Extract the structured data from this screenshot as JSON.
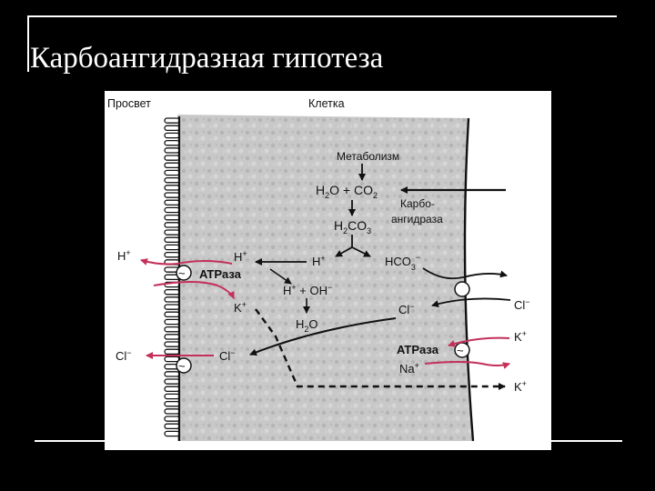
{
  "slide": {
    "title": "Карбоангидразная гипотеза"
  },
  "diagram": {
    "region_lumen": "Просвет",
    "region_cell": "Клетка",
    "metabolism": "Метаболизм",
    "h2o_co2": [
      "H",
      "2",
      "O + CO",
      "2"
    ],
    "enzyme_line1": "Карбо-",
    "enzyme_line2": "ангидраза",
    "h2co3": [
      "H",
      "2",
      "CO",
      "3"
    ],
    "h_plus_lumen": [
      "H",
      "+"
    ],
    "h_plus_pump": [
      "H",
      "+"
    ],
    "h_plus_split": [
      "H",
      "+"
    ],
    "hco3": [
      "HCO",
      "3",
      "−"
    ],
    "atpase_left": "ATPаза",
    "k_plus_cell": [
      "K",
      "+"
    ],
    "h_oh": [
      "H",
      "+",
      " + OH",
      "−"
    ],
    "water": [
      "H",
      "2",
      "O"
    ],
    "cl_cell_mid": [
      "Cl",
      "−"
    ],
    "cl_cell_left": [
      "Cl",
      "−"
    ],
    "cl_lumen": [
      "Cl",
      "−"
    ],
    "cl_blood": [
      "Cl",
      "−"
    ],
    "atpase_right": "ATPаза",
    "k_plus_blood": [
      "K",
      "+"
    ],
    "na_plus": [
      "Na",
      "+"
    ],
    "k_plus_blood_out": [
      "K",
      "+"
    ],
    "tilde": "~",
    "colors": {
      "cytoplasm": "#c6c6c6",
      "membrane": "#1a1a1a",
      "transport_arrow": "#c4305a",
      "text": "#111111"
    }
  }
}
